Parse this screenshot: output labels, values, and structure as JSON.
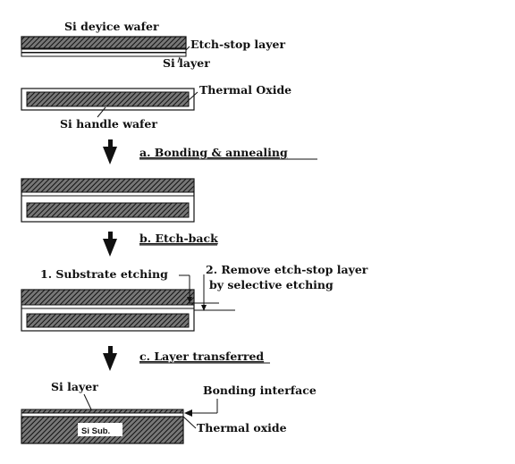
{
  "labels": {
    "si_device_wafer": "Si deyice wafer",
    "etch_stop_layer": "Etch-stop layer",
    "si_layer_top": "Si layer",
    "thermal_oxide_top": "Thermal Oxide",
    "si_handle_wafer": "Si handle wafer",
    "step_a": "a. Bonding & annealing",
    "step_b": "b. Etch-back",
    "substrate_etching": "1. Substrate etching",
    "remove_etch_stop_1": "2. Remove etch-stop layer",
    "remove_etch_stop_2": "by selective etching",
    "step_c": "c. Layer transferred",
    "si_layer_final": "Si layer",
    "bonding_interface": "Bonding interface",
    "si_sub": "Si Sub.",
    "thermal_oxide_final": "Thermal oxide"
  }
}
